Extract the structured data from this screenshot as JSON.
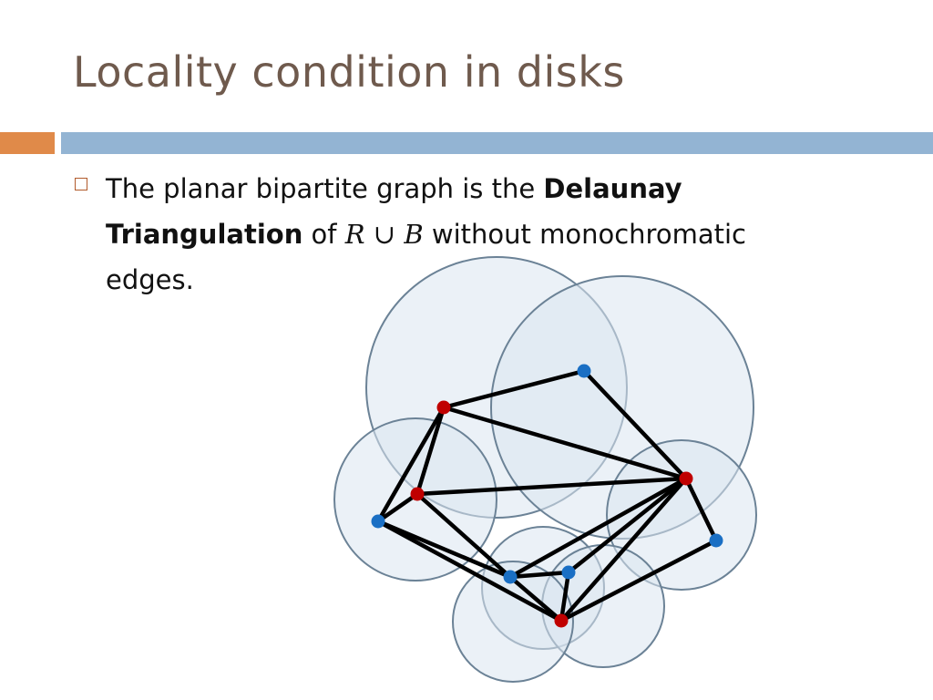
{
  "slide": {
    "title": "Locality condition in disks",
    "bullet": {
      "pre": "The planar bipartite graph is the ",
      "bold1": "Delaunay",
      "bold2": "Triangulation",
      "mid": " of ",
      "var_r": "R",
      "union": " ∪ ",
      "var_b": "B",
      "post": " without monochromatic",
      "post2": "edges."
    }
  },
  "colors": {
    "title": "#6f5a4d",
    "accent_bar": "#e08a49",
    "main_bar": "#93b4d3",
    "red_point": "#c00000",
    "blue_point": "#1a6fc4",
    "disk_fill": "#dbe6f1",
    "disk_stroke": "#6b8296",
    "edge": "#000000"
  }
}
